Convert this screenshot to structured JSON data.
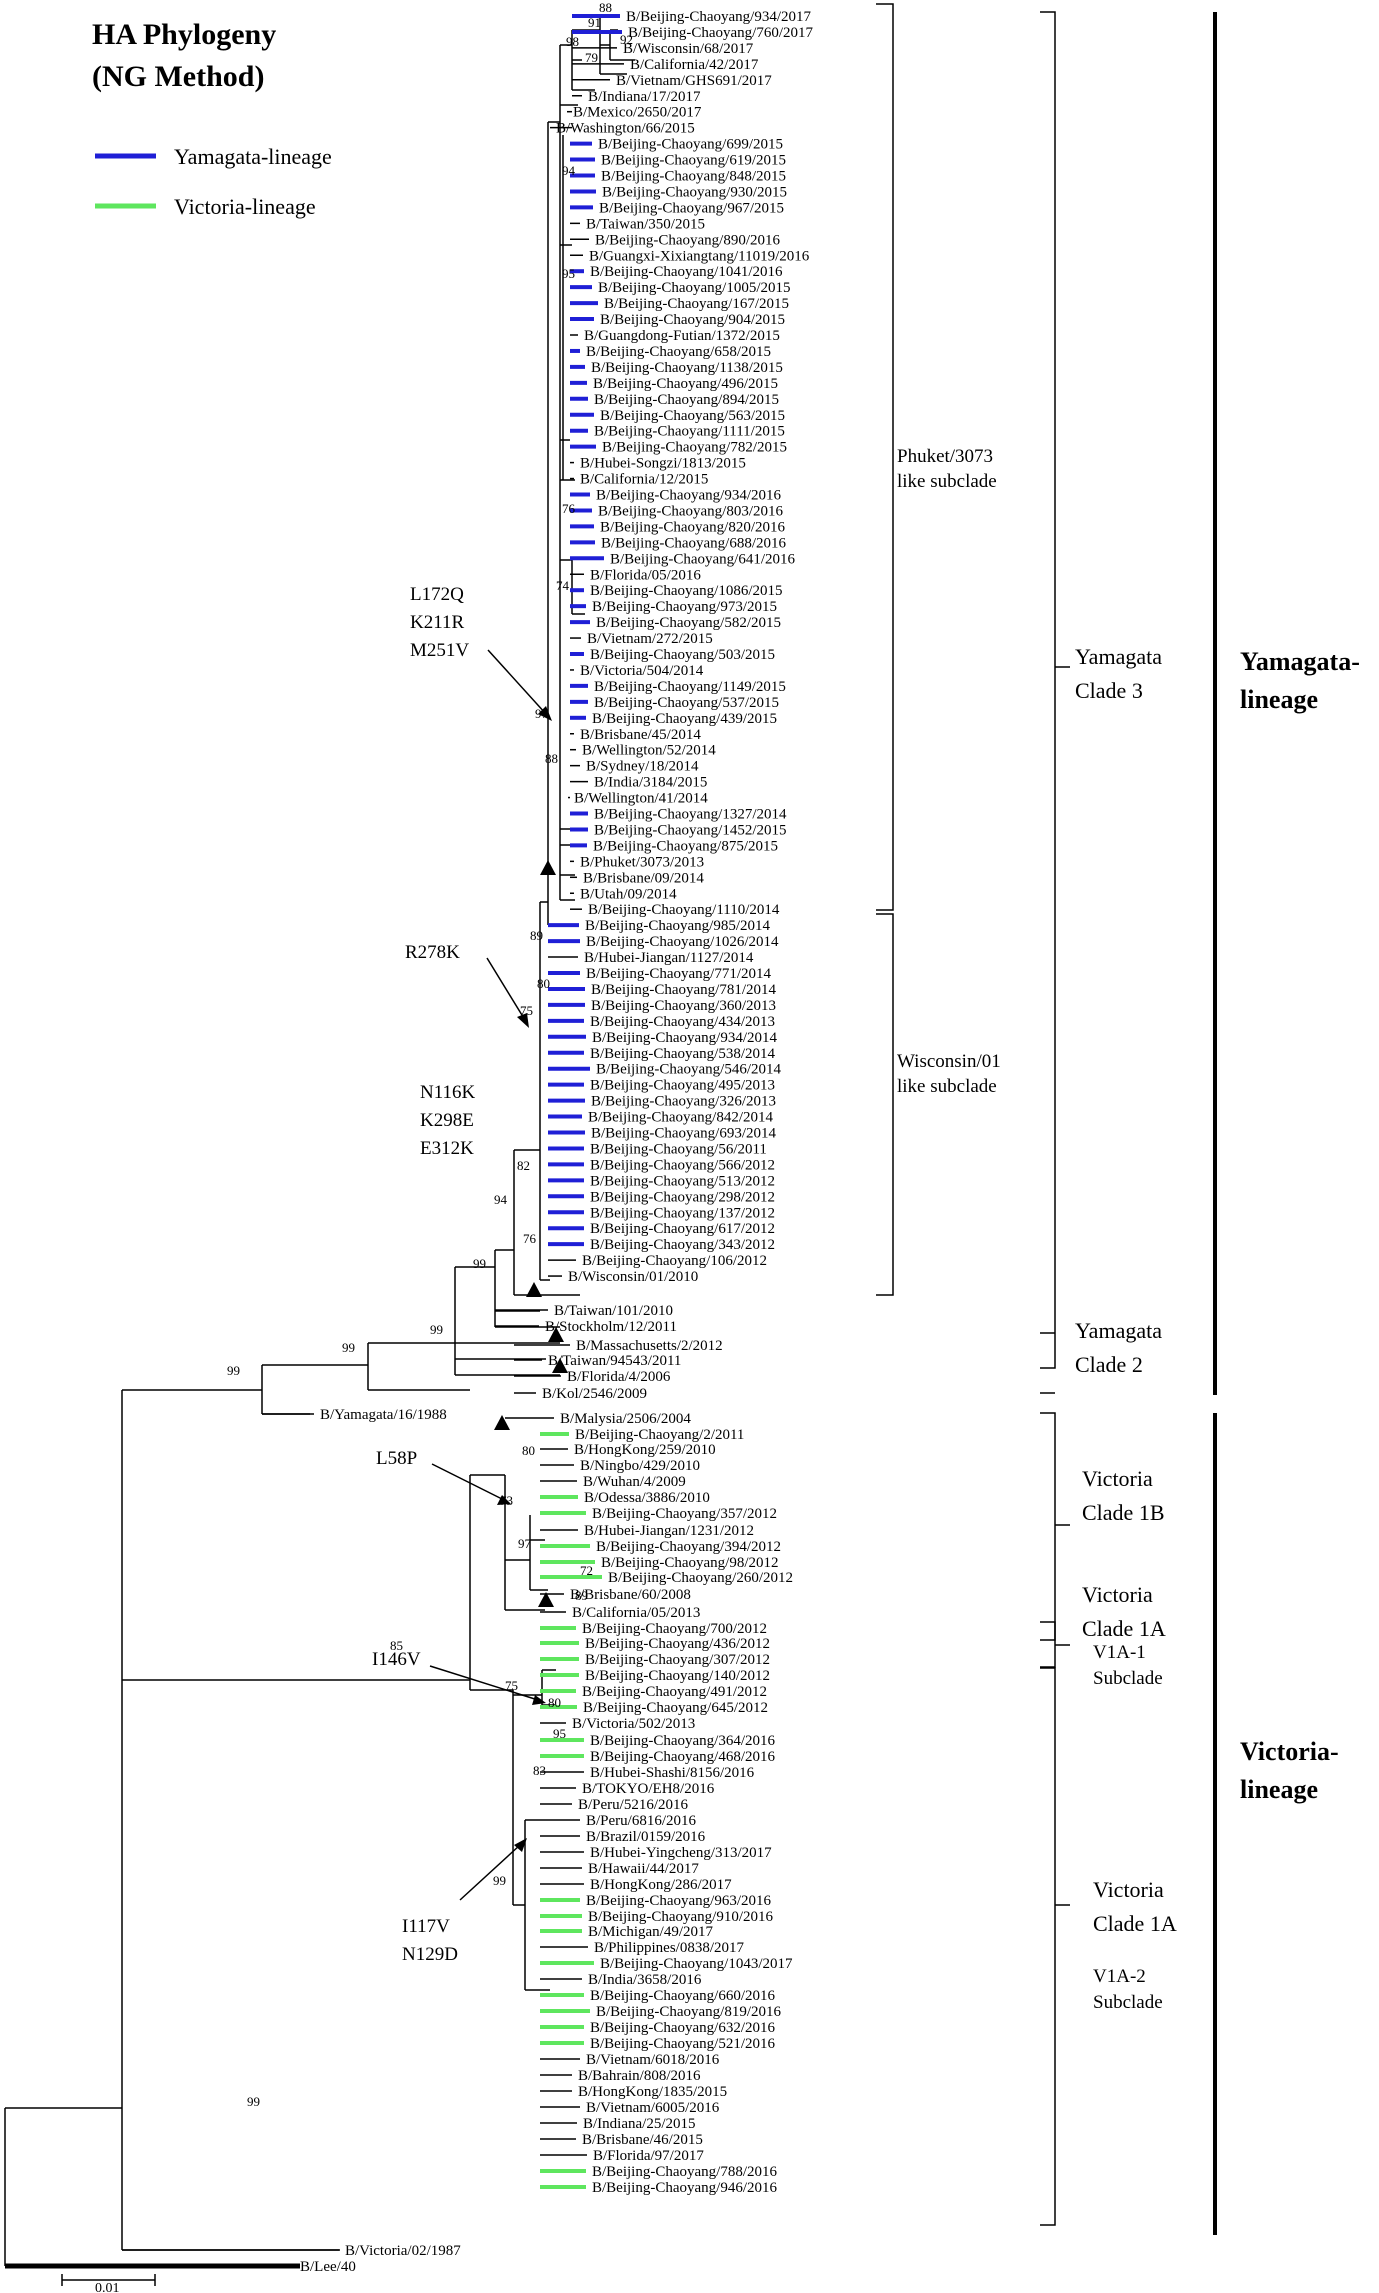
{
  "title": [
    "HA Phylogeny",
    "(NG Method)"
  ],
  "legend": [
    {
      "label": "Yamagata-lineage",
      "color": "#1f1fd6"
    },
    {
      "label": "Victoria-lineage",
      "color": "#5ee65e"
    }
  ],
  "colors": {
    "yamagata": "#1f1fd6",
    "victoria": "#5ee65e",
    "black": "#000000"
  },
  "yam_leaves": [
    "B/Beijing-Chaoyang/934/2017",
    "B/Beijing-Chaoyang/760/2017",
    "B/Wisconsin/68/2017",
    "B/California/42/2017",
    "B/Vietnam/GHS691/2017",
    "B/Indiana/17/2017",
    "B/Mexico/2650/2017",
    "B/Washington/66/2015",
    "B/Beijing-Chaoyang/699/2015",
    "B/Beijing-Chaoyang/619/2015",
    "B/Beijing-Chaoyang/848/2015",
    "B/Beijing-Chaoyang/930/2015",
    "B/Beijing-Chaoyang/967/2015",
    "B/Taiwan/350/2015",
    "B/Beijing-Chaoyang/890/2016",
    "B/Guangxi-Xixiangtang/11019/2016",
    "B/Beijing-Chaoyang/1041/2016",
    "B/Beijing-Chaoyang/1005/2015",
    "B/Beijing-Chaoyang/167/2015",
    "B/Beijing-Chaoyang/904/2015",
    "B/Guangdong-Futian/1372/2015",
    "B/Beijing-Chaoyang/658/2015",
    "B/Beijing-Chaoyang/1138/2015",
    "B/Beijing-Chaoyang/496/2015",
    "B/Beijing-Chaoyang/894/2015",
    "B/Beijing-Chaoyang/563/2015",
    "B/Beijing-Chaoyang/1111/2015",
    "B/Beijing-Chaoyang/782/2015",
    "B/Hubei-Songzi/1813/2015",
    "B/California/12/2015",
    "B/Beijing-Chaoyang/934/2016",
    "B/Beijing-Chaoyang/803/2016",
    "B/Beijing-Chaoyang/820/2016",
    "B/Beijing-Chaoyang/688/2016",
    "B/Beijing-Chaoyang/641/2016",
    "B/Florida/05/2016",
    "B/Beijing-Chaoyang/1086/2015",
    "B/Beijing-Chaoyang/973/2015",
    "B/Beijing-Chaoyang/582/2015",
    "B/Vietnam/272/2015",
    "B/Beijing-Chaoyang/503/2015",
    "B/Victoria/504/2014",
    "B/Beijing-Chaoyang/1149/2015",
    "B/Beijing-Chaoyang/537/2015",
    "B/Beijing-Chaoyang/439/2015",
    "B/Brisbane/45/2014",
    "B/Wellington/52/2014",
    "B/Sydney/18/2014",
    "B/India/3184/2015",
    "B/Wellington/41/2014",
    "B/Beijing-Chaoyang/1327/2014",
    "B/Beijing-Chaoyang/1452/2015",
    "B/Beijing-Chaoyang/875/2015",
    "B/Phuket/3073/2013",
    "B/Brisbane/09/2014",
    "B/Utah/09/2014",
    "B/Beijing-Chaoyang/1110/2014",
    "B/Beijing-Chaoyang/985/2014",
    "B/Beijing-Chaoyang/1026/2014",
    "B/Hubei-Jiangan/1127/2014",
    "B/Beijing-Chaoyang/771/2014",
    "B/Beijing-Chaoyang/781/2014",
    "B/Beijing-Chaoyang/360/2013",
    "B/Beijing-Chaoyang/434/2013",
    "B/Beijing-Chaoyang/934/2014",
    "B/Beijing-Chaoyang/538/2014",
    "B/Beijing-Chaoyang/546/2014",
    "B/Beijing-Chaoyang/495/2013",
    "B/Beijing-Chaoyang/326/2013",
    "B/Beijing-Chaoyang/842/2014",
    "B/Beijing-Chaoyang/693/2014",
    "B/Beijing-Chaoyang/56/2011",
    "B/Beijing-Chaoyang/566/2012",
    "B/Beijing-Chaoyang/513/2012",
    "B/Beijing-Chaoyang/298/2012",
    "B/Beijing-Chaoyang/137/2012",
    "B/Beijing-Chaoyang/617/2012",
    "B/Beijing-Chaoyang/343/2012",
    "B/Beijing-Chaoyang/106/2012",
    "B/Wisconsin/01/2010",
    "B/Taiwan/101/2010",
    "B/Stockholm/12/2011",
    "B/Massachusetts/2/2012",
    "B/Taiwan/94543/2011",
    "B/Florida/4/2006",
    "B/Kol/2546/2009",
    "B/Yamagata/16/1988"
  ],
  "vic_leaves": [
    "B/Malysia/2506/2004",
    "B/Beijing-Chaoyang/2/2011",
    "B/HongKong/259/2010",
    "B/Ningbo/429/2010",
    "B/Wuhan/4/2009",
    "B/Odessa/3886/2010",
    "B/Beijing-Chaoyang/357/2012",
    "B/Hubei-Jiangan/1231/2012",
    "B/Beijing-Chaoyang/394/2012",
    "B/Beijing-Chaoyang/98/2012",
    "B/Beijing-Chaoyang/260/2012",
    "B/Brisbane/60/2008",
    "B/California/05/2013",
    "B/Beijing-Chaoyang/700/2012",
    "B/Beijing-Chaoyang/436/2012",
    "B/Beijing-Chaoyang/307/2012",
    "B/Beijing-Chaoyang/140/2012",
    "B/Beijing-Chaoyang/491/2012",
    "B/Beijing-Chaoyang/645/2012",
    "B/Victoria/502/2013",
    "B/Beijing-Chaoyang/364/2016",
    "B/Beijing-Chaoyang/468/2016",
    "B/Hubei-Shashi/8156/2016",
    "B/TOKYO/EH8/2016",
    "B/Peru/5216/2016",
    "B/Peru/6816/2016",
    "B/Brazil/0159/2016",
    "B/Hubei-Yingcheng/313/2017",
    "B/Hawaii/44/2017",
    "B/HongKong/286/2017",
    "B/Beijing-Chaoyang/963/2016",
    "B/Beijing-Chaoyang/910/2016",
    "B/Michigan/49/2017",
    "B/Philippines/0838/2017",
    "B/Beijing-Chaoyang/1043/2017",
    "B/India/3658/2016",
    "B/Beijing-Chaoyang/660/2016",
    "B/Beijing-Chaoyang/819/2016",
    "B/Beijing-Chaoyang/632/2016",
    "B/Beijing-Chaoyang/521/2016",
    "B/Vietnam/6018/2016",
    "B/Bahrain/808/2016",
    "B/HongKong/1835/2015",
    "B/Vietnam/6005/2016",
    "B/Indiana/25/2015",
    "B/Brisbane/46/2015",
    "B/Florida/97/2017",
    "B/Beijing-Chaoyang/788/2016",
    "B/Beijing-Chaoyang/946/2016",
    "B/Victoria/02/1987",
    "B/Lee/40"
  ],
  "bootstraps": [
    "88",
    "91",
    "79",
    "98",
    "92",
    "94",
    "95",
    "76",
    "74",
    "97",
    "88",
    "89",
    "75",
    "80",
    "82",
    "76",
    "94",
    "99",
    "99",
    "99",
    "99",
    "85",
    "73",
    "80",
    "97",
    "72",
    "89",
    "75",
    "80",
    "95",
    "83",
    "99",
    "99"
  ],
  "mutations": [
    [
      "L172Q",
      "K211R",
      "M251V"
    ],
    [
      "R278K"
    ],
    [
      "N116K",
      "K298E",
      "E312K"
    ],
    [
      "L58P"
    ],
    [
      "I146V"
    ],
    [
      "I117V",
      "N129D"
    ]
  ],
  "subclades": [
    [
      "Phuket/3073",
      "like subclade"
    ],
    [
      "Wisconsin/01",
      "like subclade"
    ],
    [
      "V1A-1",
      "Subclade"
    ],
    [
      "V1A-2",
      "Subclade"
    ]
  ],
  "clades": [
    [
      "Yamagata",
      "Clade 3"
    ],
    [
      "Yamagata",
      "Clade 2"
    ],
    [
      "Victoria",
      "Clade 1B"
    ],
    [
      "Victoria",
      "Clade 1A"
    ],
    [
      "Victoria",
      "Clade 1A"
    ]
  ],
  "lineages": [
    [
      "Yamagata-",
      "lineage"
    ],
    [
      "Victoria-",
      "lineage"
    ]
  ],
  "scale": "0.01"
}
